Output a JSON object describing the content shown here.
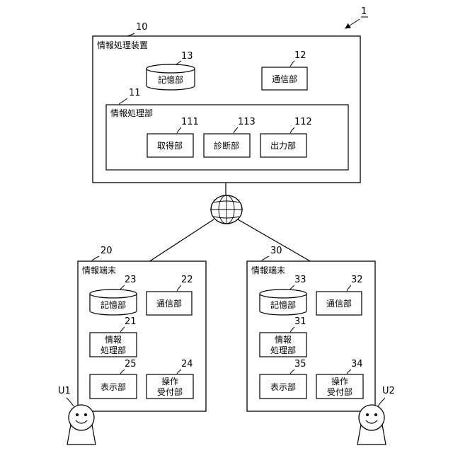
{
  "system_ref": "1",
  "server": {
    "ref": "10",
    "title": "情報処理装置",
    "storage": {
      "ref": "13",
      "label": "記憶部"
    },
    "comm": {
      "ref": "12",
      "label": "通信部"
    },
    "processor": {
      "ref": "11",
      "title": "情報処理部",
      "acquire": {
        "ref": "111",
        "label": "取得部"
      },
      "diagnose": {
        "ref": "113",
        "label": "診断部"
      },
      "output": {
        "ref": "112",
        "label": "出力部"
      }
    }
  },
  "terminal1": {
    "ref": "20",
    "title": "情報端末",
    "storage": {
      "ref": "23",
      "label": "記憶部"
    },
    "comm": {
      "ref": "22",
      "label": "通信部"
    },
    "processor": {
      "ref": "21",
      "line1": "情報",
      "line2": "処理部"
    },
    "display": {
      "ref": "25",
      "label": "表示部"
    },
    "input": {
      "ref": "24",
      "line1": "操作",
      "line2": "受付部"
    }
  },
  "terminal2": {
    "ref": "30",
    "title": "情報端末",
    "storage": {
      "ref": "33",
      "label": "記憶部"
    },
    "comm": {
      "ref": "32",
      "label": "通信部"
    },
    "processor": {
      "ref": "31",
      "line1": "情報",
      "line2": "処理部"
    },
    "display": {
      "ref": "35",
      "label": "表示部"
    },
    "input": {
      "ref": "34",
      "line1": "操作",
      "line2": "受付部"
    }
  },
  "users": {
    "user1": "U1",
    "user2": "U2"
  }
}
